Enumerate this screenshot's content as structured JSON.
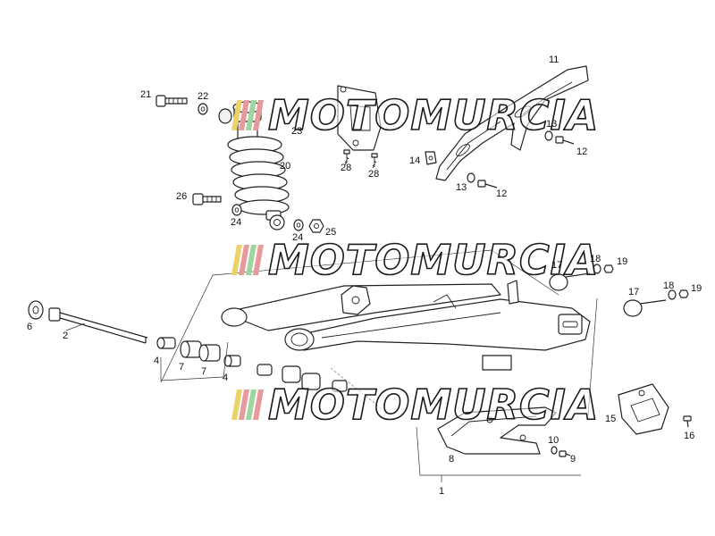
{
  "watermark": {
    "text": "MOTOMURCIA",
    "stripe_colors": [
      "#e9d36a",
      "#e79a9a",
      "#9fd59f",
      "#e79a9a"
    ]
  },
  "callouts": [
    {
      "id": "1",
      "label": "1"
    },
    {
      "id": "2",
      "label": "2"
    },
    {
      "id": "4a",
      "label": "4"
    },
    {
      "id": "4b",
      "label": "4"
    },
    {
      "id": "6",
      "label": "6"
    },
    {
      "id": "7a",
      "label": "7"
    },
    {
      "id": "7b",
      "label": "7"
    },
    {
      "id": "8",
      "label": "8"
    },
    {
      "id": "9",
      "label": "9"
    },
    {
      "id": "10",
      "label": "10"
    },
    {
      "id": "11",
      "label": "11"
    },
    {
      "id": "12a",
      "label": "12"
    },
    {
      "id": "12b",
      "label": "12"
    },
    {
      "id": "13a",
      "label": "13"
    },
    {
      "id": "13b",
      "label": "13"
    },
    {
      "id": "14",
      "label": "14"
    },
    {
      "id": "15",
      "label": "15"
    },
    {
      "id": "16",
      "label": "16"
    },
    {
      "id": "17a",
      "label": "17"
    },
    {
      "id": "17b",
      "label": "17"
    },
    {
      "id": "18a",
      "label": "18"
    },
    {
      "id": "18b",
      "label": "18"
    },
    {
      "id": "19a",
      "label": "19"
    },
    {
      "id": "19b",
      "label": "19"
    },
    {
      "id": "20",
      "label": "20"
    },
    {
      "id": "21",
      "label": "21"
    },
    {
      "id": "22",
      "label": "22"
    },
    {
      "id": "23",
      "label": "23"
    },
    {
      "id": "24a",
      "label": "24"
    },
    {
      "id": "24b",
      "label": "24"
    },
    {
      "id": "25",
      "label": "25"
    },
    {
      "id": "26",
      "label": "26"
    },
    {
      "id": "28a",
      "label": "28"
    },
    {
      "id": "28b",
      "label": "28"
    }
  ]
}
